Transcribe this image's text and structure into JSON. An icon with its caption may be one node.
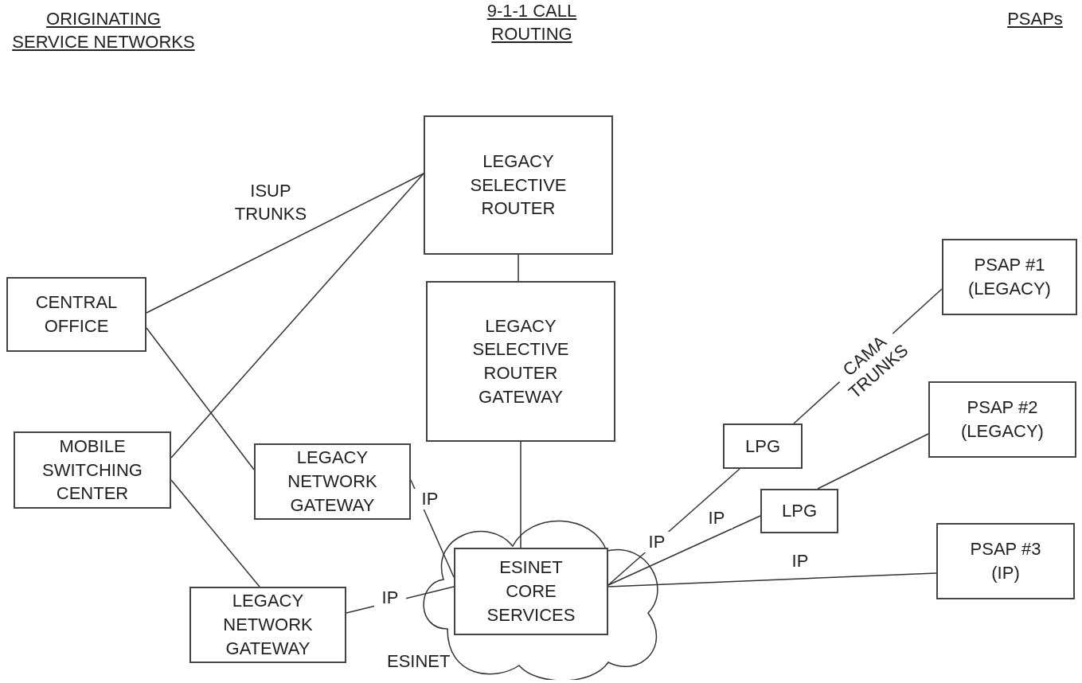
{
  "diagram": {
    "nodes": [
      {
        "text": [
          "LEGACY SELECTIVE ROUTER"
        ]
      },
      {
        "text": [
          "CENTRAL OFFICE"
        ]
      },
      {
        "text": [
          "LEGACY SELECTIVE ROUTER GATEWAY"
        ]
      },
      {
        "text": [
          "PSAP #1 (LEGACY)"
        ]
      },
      {
        "text": [
          "PSAP #2 (LEGACY)"
        ]
      },
      {
        "text": [
          "MOBILE SWITCHING CENTER"
        ]
      },
      {
        "text": [
          "LEGACY NETWORK GATEWAY"
        ]
      },
      {
        "text": [
          "LPG"
        ]
      },
      {
        "text": [
          "LPG"
        ]
      },
      {
        "text": [
          "ESINET"
        ]
      },
      {
        "text": [
          "ESINET CORE SERVICES"
        ],
        "in": 9
      },
      {
        "text": [
          "PSAP #3 (IP)"
        ]
      },
      {
        "text": [
          "LEGACY NETWORK GATEWAY"
        ]
      }
    ],
    "edges": [
      {
        "from": 1,
        "to": 0,
        "arrow": "none"
      },
      {
        "from": 5,
        "to": 0,
        "arrow": "none"
      },
      {
        "from": 1,
        "to": 6,
        "arrow": "none"
      },
      {
        "from": 5,
        "to": 12,
        "arrow": "none"
      },
      {
        "from": 0,
        "to": 2,
        "arrow": "none"
      },
      {
        "from": 2,
        "to": 10,
        "arrow": "none"
      },
      {
        "from": 6,
        "to": 10,
        "arrow": "none",
        "label": "IP"
      },
      {
        "from": 12,
        "to": 10,
        "arrow": "none",
        "label": "IP"
      },
      {
        "from": 10,
        "to": 7,
        "arrow": "none",
        "label": "IP"
      },
      {
        "from": 10,
        "to": 8,
        "arrow": "none",
        "label": "IP"
      },
      {
        "from": 10,
        "to": 11,
        "arrow": "none",
        "label": "IP"
      },
      {
        "from": 7,
        "to": 3,
        "arrow": "none",
        "label": "CAMA TRUNKS"
      },
      {
        "from": 8,
        "to": 4,
        "arrow": "none"
      }
    ],
    "labels": [
      "ORIGINATING SERVICE NETWORKS",
      "9-1-1 CALL ROUTING",
      "PSAPs",
      "ISUP TRUNKS"
    ]
  }
}
